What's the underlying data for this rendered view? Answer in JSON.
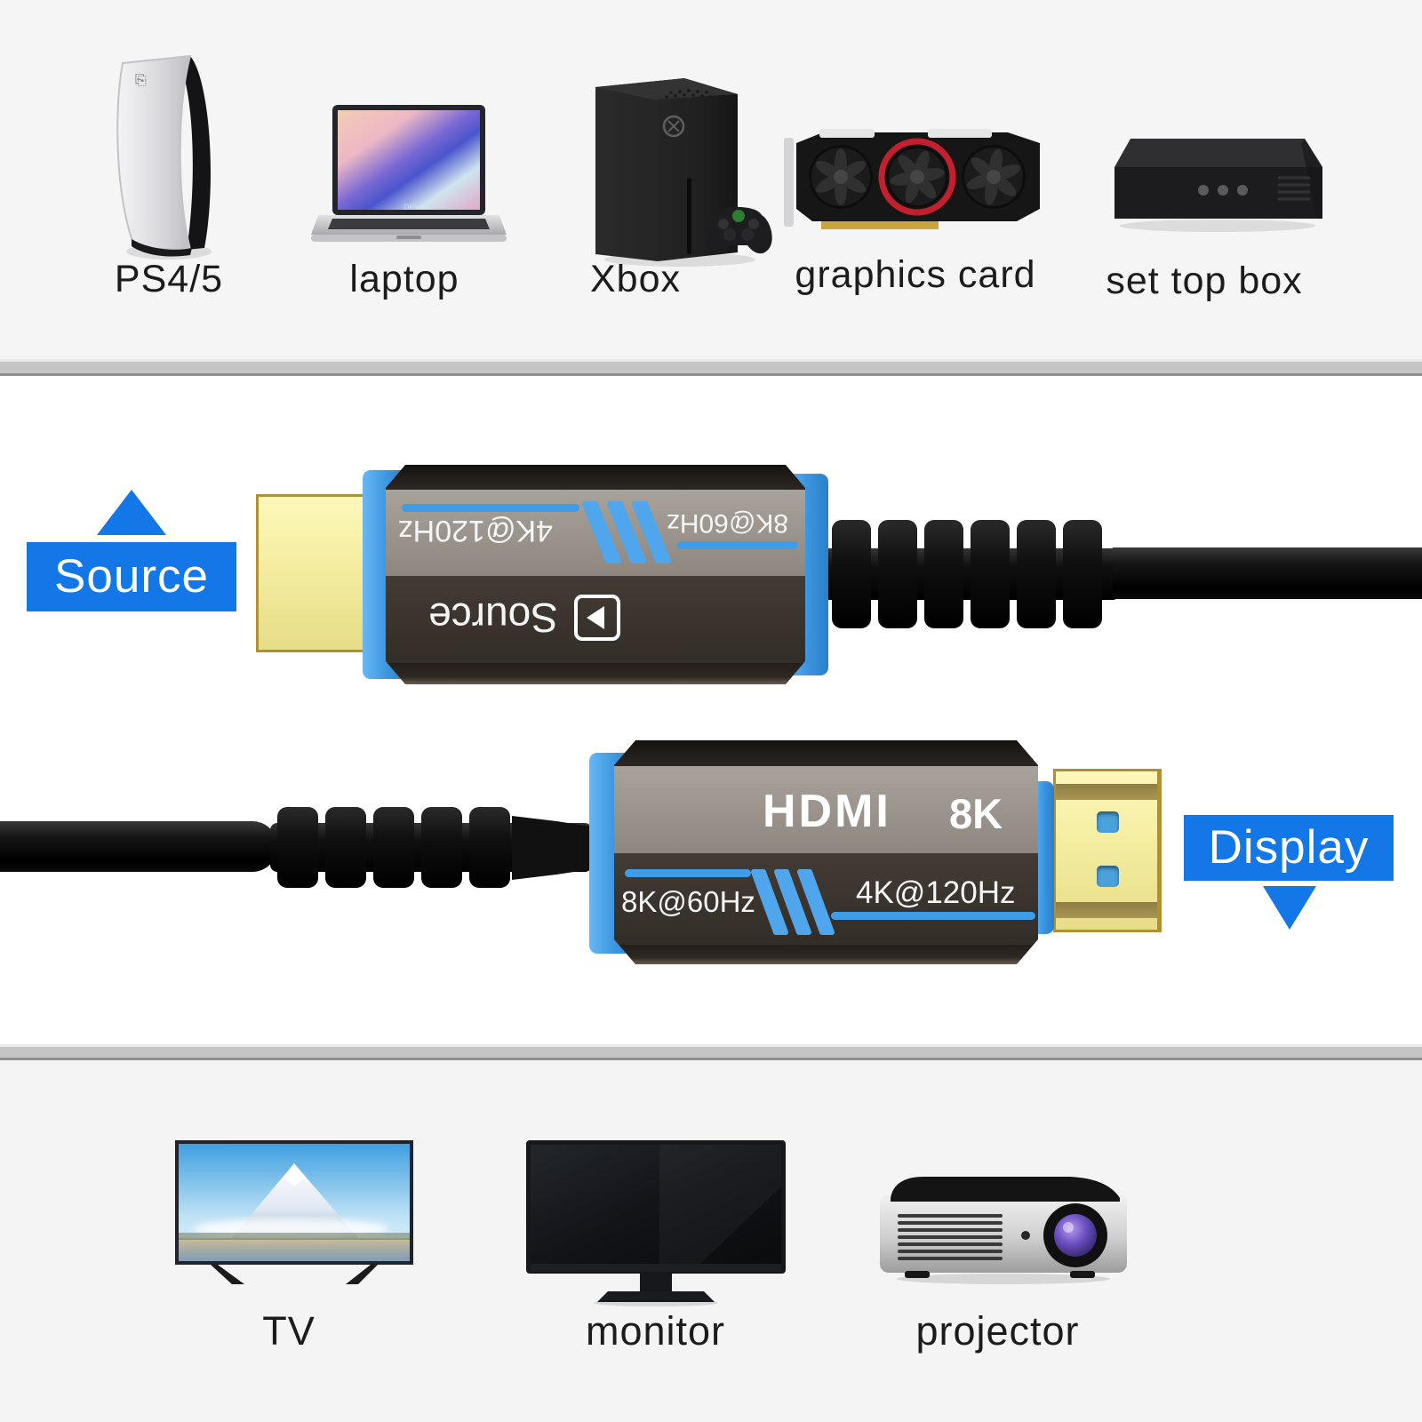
{
  "top_devices": [
    {
      "name": "ps4-5",
      "label": "PS4/5"
    },
    {
      "name": "laptop",
      "label": "laptop"
    },
    {
      "name": "xbox",
      "label": "Xbox"
    },
    {
      "name": "graphics-card",
      "label": "graphics card"
    },
    {
      "name": "set-top-box",
      "label": "set top box"
    }
  ],
  "bottom_devices": [
    {
      "name": "tv",
      "label": "TV"
    },
    {
      "name": "monitor",
      "label": "monitor"
    },
    {
      "name": "projector",
      "label": "projector"
    }
  ],
  "middle": {
    "source": {
      "annotation": "Source",
      "spec_4k": "4K@120Hz",
      "spec_8k": "8K@60Hz",
      "body_label": "Source"
    },
    "display": {
      "annotation": "Display",
      "logo": "HDMI",
      "logo_suffix": "8K",
      "spec_8k": "8K@60Hz",
      "spec_4k": "4K@120Hz"
    }
  },
  "colors": {
    "annotation_blue": "#1377e8",
    "connector_accent_blue": "#4fa6ec",
    "connector_gray_band": "#918b81",
    "connector_dark_body": "#352f29",
    "gold_plug": "#f2eba3",
    "section_bg": "#f5f5f6",
    "divider": "#c5c5c5"
  }
}
